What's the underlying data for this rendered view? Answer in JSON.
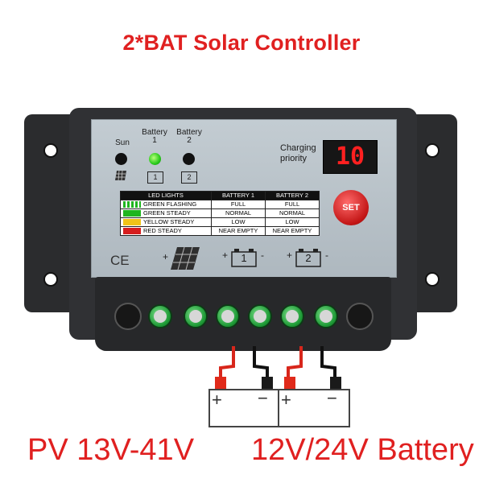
{
  "title": "2*BAT Solar Controller",
  "faceplate": {
    "labels": {
      "sun": "Sun",
      "battery1": "Battery\n1",
      "battery2": "Battery\n2",
      "charging_priority": "Charging\npriority",
      "ce": "CE",
      "b1_mark": "1",
      "b2_mark": "2"
    },
    "display_value": "10",
    "set_label": "SET"
  },
  "led_table": {
    "headers": [
      "LED LIGHTS",
      "BATTERY 1",
      "BATTERY 2"
    ],
    "rows": [
      {
        "light": "GREEN FLASHING",
        "b1": "FULL",
        "b2": "FULL",
        "color": "#1fb51f"
      },
      {
        "light": "GREEN STEADY",
        "b1": "NORMAL",
        "b2": "NORMAL",
        "color": "#1fb51f"
      },
      {
        "light": "YELLOW STEADY",
        "b1": "LOW",
        "b2": "LOW",
        "color": "#f0c419"
      },
      {
        "light": "RED STEADY",
        "b1": "NEAR EMPTY",
        "b2": "NEAR EMPTY",
        "color": "#d61e1e"
      }
    ]
  },
  "bottom": {
    "pv": "PV 13V-41V",
    "battery": "12V/24V Battery"
  },
  "accent_color": "#e02020"
}
